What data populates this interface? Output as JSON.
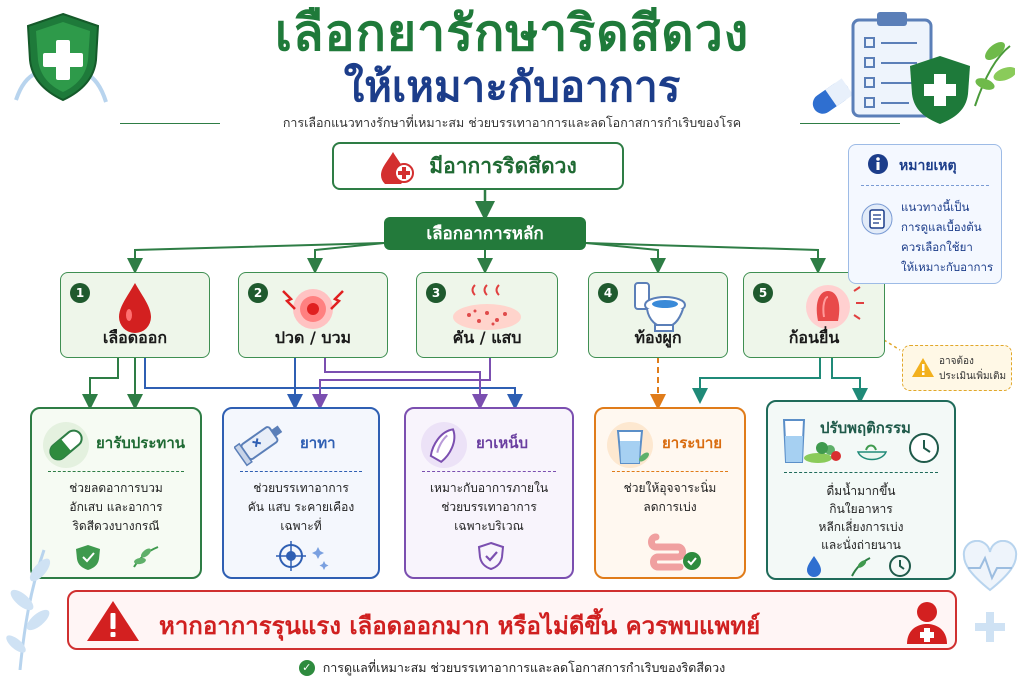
{
  "title": {
    "line1": "เลือกยารักษาริดสีดวง",
    "line2": "ให้เหมาะกับอาการ",
    "subtitle": "การเลือกแนวทางรักษาที่เหมาะสม ช่วยบรรเทาอาการและลดโอกาสการกำเริบของโรค"
  },
  "start": {
    "label": "มีอาการริดสีดวง"
  },
  "choose": {
    "label": "เลือกอาการหลัก"
  },
  "symptoms": [
    {
      "num": "1",
      "label": "เลือดออก",
      "icon": "blood-drop-icon"
    },
    {
      "num": "2",
      "label": "ปวด / บวม",
      "icon": "pain-icon"
    },
    {
      "num": "3",
      "label": "คัน / แสบ",
      "icon": "itch-icon"
    },
    {
      "num": "4",
      "label": "ท้องผูก",
      "icon": "toilet-icon"
    },
    {
      "num": "5",
      "label": "ก้อนยื่น",
      "icon": "lump-icon"
    }
  ],
  "treatments": [
    {
      "title": "ยารับประทาน",
      "desc": [
        "ช่วยลดอาการบวม",
        "อักเสบ และอาการ",
        "ริดสีดวงบางกรณี"
      ],
      "color": "#2e7d45",
      "icon": "capsule-icon"
    },
    {
      "title": "ยาทา",
      "desc": [
        "ช่วยบรรเทาอาการ",
        "คัน แสบ ระคายเคือง",
        "เฉพาะที่"
      ],
      "color": "#2f5fb3",
      "icon": "ointment-tube-icon"
    },
    {
      "title": "ยาเหน็บ",
      "desc": [
        "เหมาะกับอาการภายใน",
        "ช่วยบรรเทาอาการ",
        "เฉพาะบริเวณ"
      ],
      "color": "#7b4fb0",
      "icon": "suppository-icon"
    },
    {
      "title": "ยาระบาย",
      "desc": [
        "ช่วยให้อุจจาระนิ่ม",
        "ลดการเบ่ง"
      ],
      "color": "#e07c1a",
      "icon": "water-glass-icon"
    },
    {
      "title": "ปรับพฤติกรรม",
      "desc": [
        "ดื่มน้ำมากขึ้น",
        "กินใยอาหาร",
        "หลีกเลี่ยงการเบ่ง",
        "และนั่งถ่ายนาน"
      ],
      "color": "#1f6b5a",
      "icon": "lifestyle-icon"
    }
  ],
  "note": {
    "title": "หมายเหตุ",
    "lines": [
      "แนวทางนี้เป็น",
      "การดูแลเบื้องต้น",
      "ควรเลือกใช้ยา",
      "ให้เหมาะกับอาการ"
    ]
  },
  "assess": {
    "lines": [
      "อาจต้อง",
      "ประเมินเพิ่มเติม"
    ]
  },
  "warning": {
    "text": "หากอาการรุนแรง เลือดออกมาก หรือไม่ดีขึ้น ควรพบแพทย์"
  },
  "footer": {
    "text": "การดูแลที่เหมาะสม ช่วยบรรเทาอาการและลดโอกาสการกำเริบของริดสีดวง"
  }
}
